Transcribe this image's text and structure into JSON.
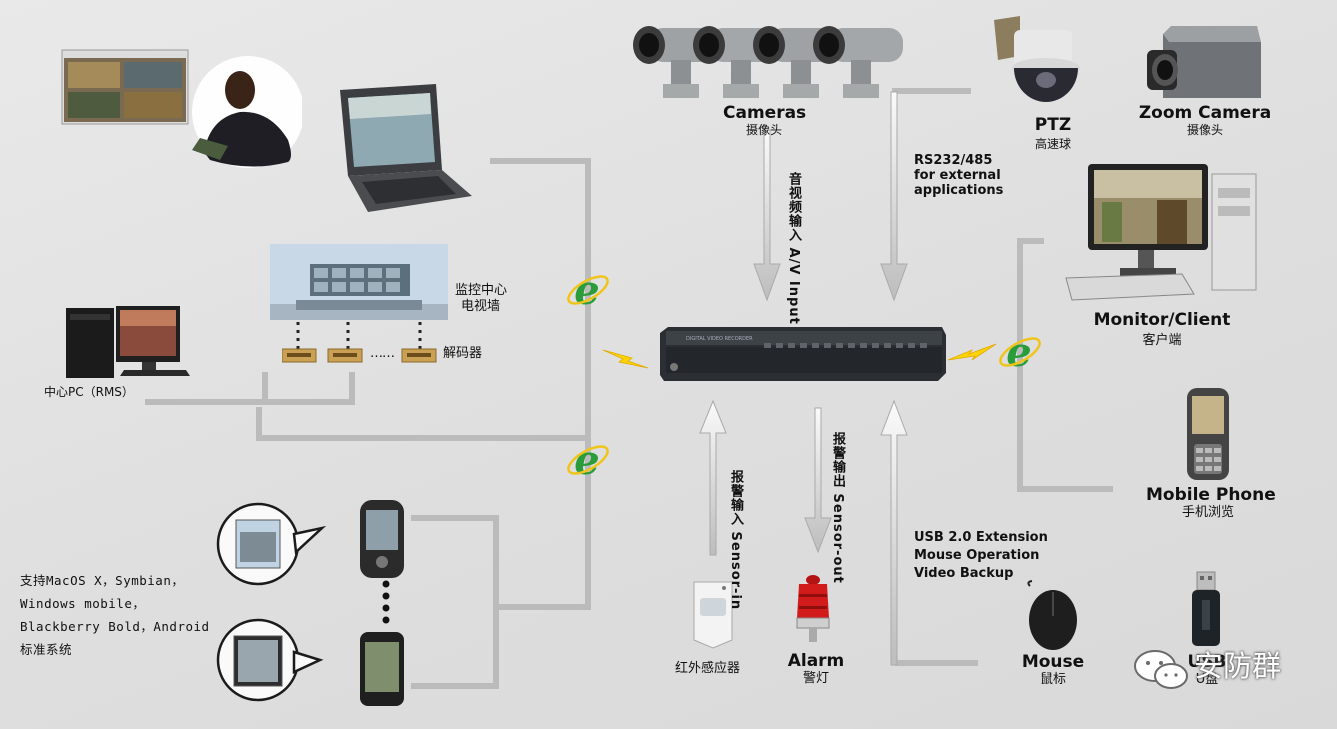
{
  "labels": {
    "cameras": {
      "en": "Cameras",
      "cn": "摄像头"
    },
    "ptz": {
      "en": "PTZ",
      "cn": "高速球"
    },
    "zoom_camera": {
      "en": "Zoom Camera",
      "cn": "摄像头"
    },
    "monitor_client": {
      "en": "Monitor/Client",
      "cn": "客户端"
    },
    "mobile_phone": {
      "en": "Mobile Phone",
      "cn": "手机浏览"
    },
    "mouse": {
      "en": "Mouse",
      "cn": "鼠标"
    },
    "usb": {
      "en": "USB",
      "cn": "U盘"
    },
    "alarm": {
      "en": "Alarm",
      "cn": "警灯"
    },
    "ir_sensor": {
      "cn": "红外感应器"
    },
    "monitoring_center": {
      "cn_line1": "监控中心",
      "cn_line2": "电视墙"
    },
    "decoder": {
      "cn": "解码器"
    },
    "center_pc": {
      "cn": "中心PC（RMS）"
    }
  },
  "annotations": {
    "av_input": {
      "cn": "音视频输入",
      "en": "A/V Input"
    },
    "rs232": {
      "line1": "RS232/485",
      "line2": "for external",
      "line3": "applications"
    },
    "sensor_in": {
      "cn": "报警输入",
      "en": "Sensor-in"
    },
    "sensor_out": {
      "cn": "报警输出",
      "en": "Sensor-out"
    },
    "usb_ext": {
      "line1": "USB 2.0 Extension",
      "line2": "Mouse Operation",
      "line3": "Video Backup"
    }
  },
  "mobile_support": {
    "line1": "支持MacOS X，Symbian，",
    "line2": "Windows mobile，",
    "line3": "Blackberry Bold，Android",
    "line4": "标准系统"
  },
  "dvr_panel_text": "DIGITAL VIDEO RECORDER",
  "decoder_ellipsis": "……",
  "watermark": "安防群",
  "icons": [
    "internet-explorer-icon",
    "wechat-icon"
  ],
  "colors": {
    "background": "#e4e4e4",
    "wire": "#b8b8b8",
    "ie_green": "#2a9d3a",
    "alarm_red": "#d21c1c",
    "lightning": "#ffd400"
  }
}
